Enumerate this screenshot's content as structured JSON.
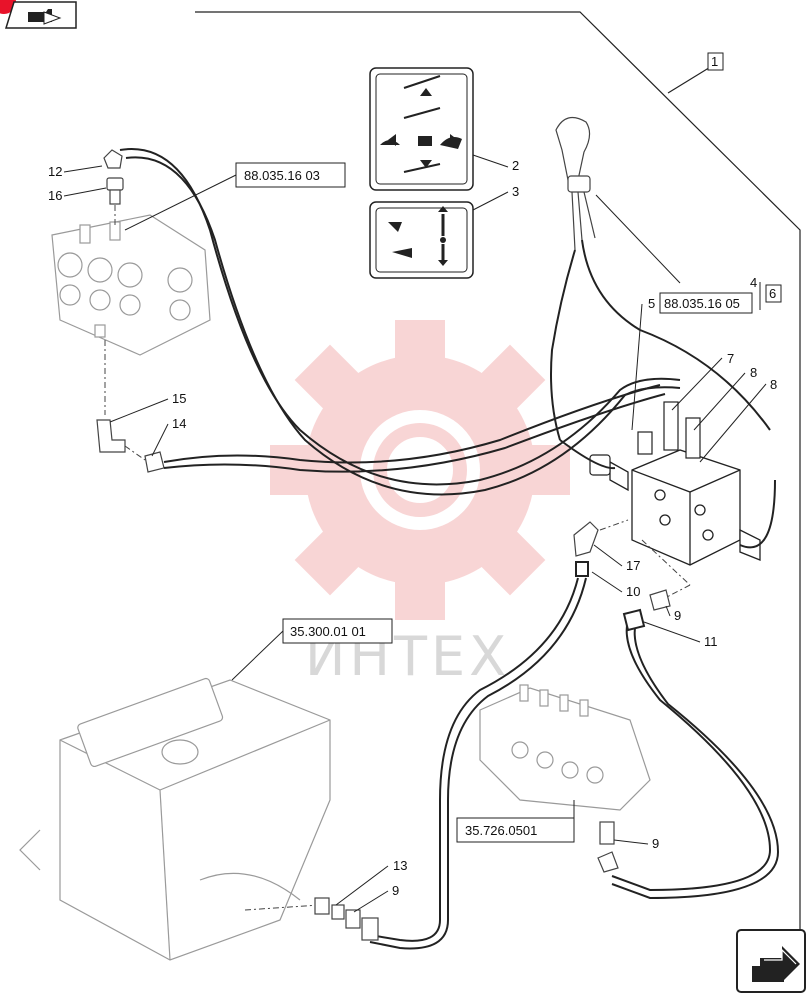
{
  "references": {
    "ref_valve_top": "88.035.16 03",
    "ref_joystick": "88.035.16 05",
    "ref_tank": "35.300.01 01",
    "ref_valve_bottom": "35.726.0501"
  },
  "callouts": {
    "c1": "1",
    "c2": "2",
    "c3": "3",
    "c4": "4",
    "c5": "5",
    "c6": "6",
    "c7": "7",
    "c8a": "8",
    "c8b": "8",
    "c9a": "9",
    "c9b": "9",
    "c9c": "9",
    "c10": "10",
    "c11": "11",
    "c12": "12",
    "c13": "13",
    "c14": "14",
    "c15": "15",
    "c16": "16",
    "c17": "17"
  },
  "watermark": {
    "text": "ИНТЕХ"
  },
  "colors": {
    "line": "#222222",
    "part": "#9a9a9a",
    "watermark": "#f4b3b3",
    "badge": "#e8132a"
  },
  "icons": {
    "top_left": "parts-catalog-nav-icon",
    "bottom_right": "next-page-arrow-icon"
  }
}
